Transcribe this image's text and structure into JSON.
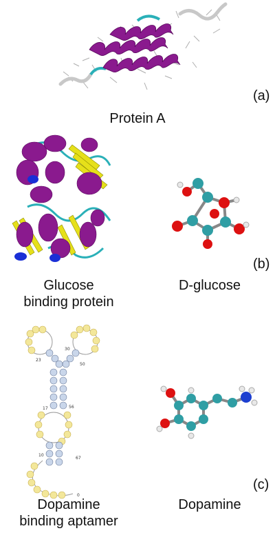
{
  "panels": {
    "a": {
      "tag": "(a)",
      "caption": "Protein A"
    },
    "b": {
      "tag": "(b)",
      "left_caption_line1": "Glucose",
      "left_caption_line2": "binding protein",
      "right_caption": "D-glucose"
    },
    "c": {
      "tag": "(c)",
      "left_caption_line1": "Dopamine",
      "left_caption_line2": "binding aptamer",
      "right_caption": "Dopamine",
      "aptamer_numbers": [
        "30",
        "23",
        "50",
        "17",
        "56",
        "10",
        "67",
        "0"
      ]
    }
  },
  "colors": {
    "helix": "#8a1a8e",
    "sheet": "#e6e01a",
    "coil": "#2ab0b8",
    "turn_blue": "#1a2fd6",
    "carbon": "#2f9ea4",
    "oxygen": "#d11",
    "hydrogen": "#e8e8e8",
    "nitrogen": "#1d3fd0",
    "stem_nuc": "#c9d6ea",
    "loop_nuc": "#f3e79a"
  }
}
